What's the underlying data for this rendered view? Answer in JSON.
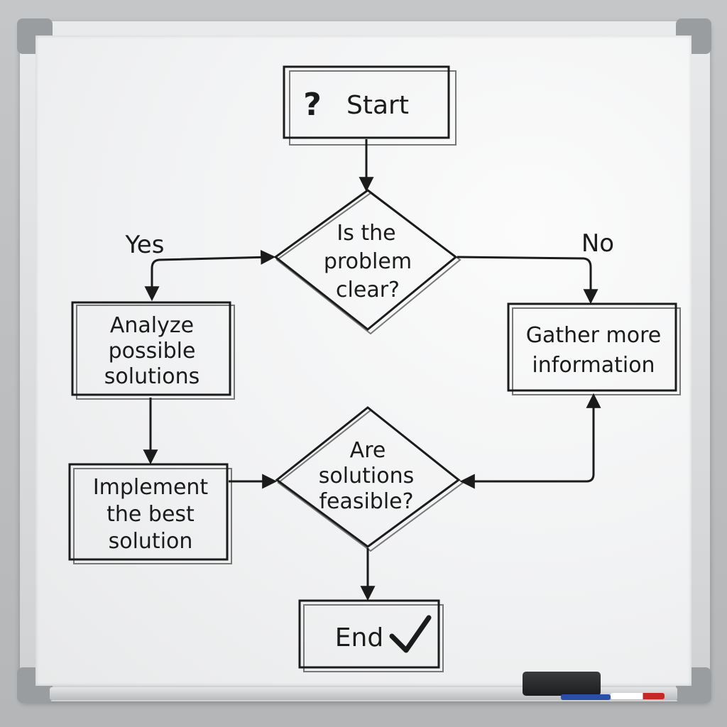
{
  "nodes": {
    "start": "Start",
    "decision_clear": [
      "Is the",
      "problem",
      "clear?"
    ],
    "analyze": [
      "Analyze",
      "possible",
      "solutions"
    ],
    "gather": [
      "Gather more",
      "information"
    ],
    "implement": [
      "Implement",
      "the best",
      "solution"
    ],
    "decision_feasible": [
      "Are",
      "solutions",
      "feasible?"
    ],
    "end": "End"
  },
  "edges": {
    "yes_label": "Yes",
    "no_label": "No"
  },
  "icons": {
    "start": "question-mark-icon",
    "end": "checkmark-icon"
  }
}
